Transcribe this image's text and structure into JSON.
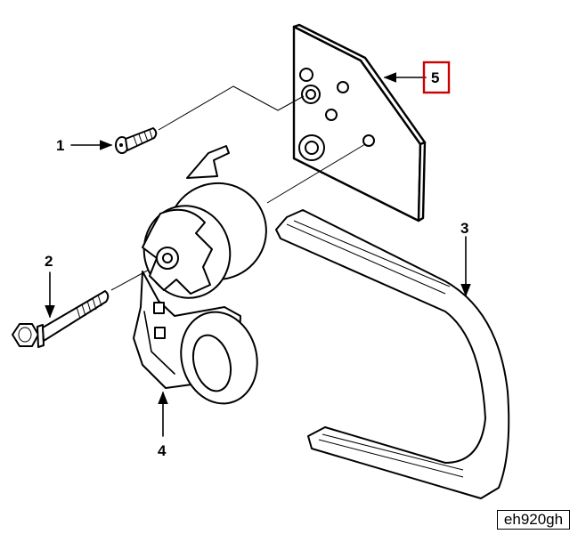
{
  "callouts": {
    "c1": "1",
    "c2": "2",
    "c3": "3",
    "c4": "4",
    "c5": "5"
  },
  "highlight_color": "#cc0000",
  "image_ref": "eh920gh"
}
